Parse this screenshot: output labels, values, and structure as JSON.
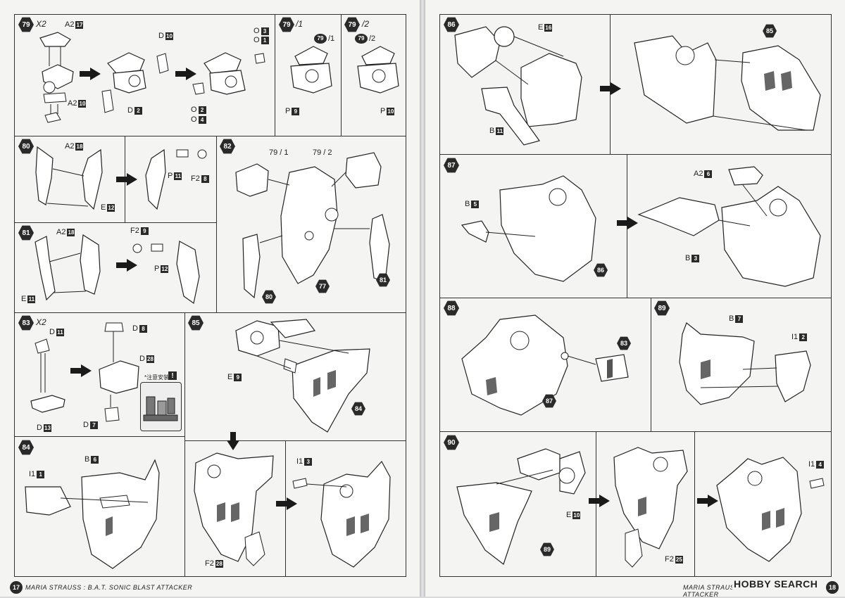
{
  "left_page": {
    "page_number": "17",
    "footer": "MARIA STRAUSS : B.A.T. SONIC BLAST ATTACKER"
  },
  "right_page": {
    "page_number": "18",
    "footer": "MARIA STRAUSS : B.A.T. SONIC BLAST ATTACKER"
  },
  "watermark": "HOBBY SEARCH",
  "steps": {
    "s79": {
      "num": "79",
      "suffix": "X2"
    },
    "s79_1": {
      "num": "79",
      "suffix": "/1"
    },
    "s79_2": {
      "num": "79",
      "suffix": "/2"
    },
    "s80": {
      "num": "80"
    },
    "s81": {
      "num": "81"
    },
    "s82": {
      "num": "82"
    },
    "s83": {
      "num": "83",
      "suffix": "X2"
    },
    "s84": {
      "num": "84"
    },
    "s85": {
      "num": "85"
    },
    "s86": {
      "num": "86"
    },
    "s87": {
      "num": "87"
    },
    "s88": {
      "num": "88"
    },
    "s89": {
      "num": "89"
    },
    "s90": {
      "num": "90"
    }
  },
  "parts": {
    "a2": "A2",
    "d": "D",
    "o": "O",
    "p": "P",
    "e": "E",
    "f2": "F2",
    "b": "B",
    "i1": "I1",
    "n17": "17",
    "n10": "10",
    "n2": "2",
    "n3": "3",
    "n1": "1",
    "n4": "4",
    "n9": "9",
    "n18": "18",
    "n12": "12",
    "n11": "11",
    "n8": "8",
    "n28": "28",
    "n7": "7",
    "n13": "13",
    "n6": "6",
    "n16": "16",
    "n5": "5",
    "n25": "25"
  },
  "refs": {
    "r79_1": "79 / 1",
    "r79_2": "79 / 2",
    "r77": "77",
    "r80": "80",
    "r81": "81",
    "r84": "84",
    "r85": "85",
    "r86": "86",
    "r87": "87",
    "r83": "83",
    "r89": "89"
  },
  "note": "*注意安装"
}
